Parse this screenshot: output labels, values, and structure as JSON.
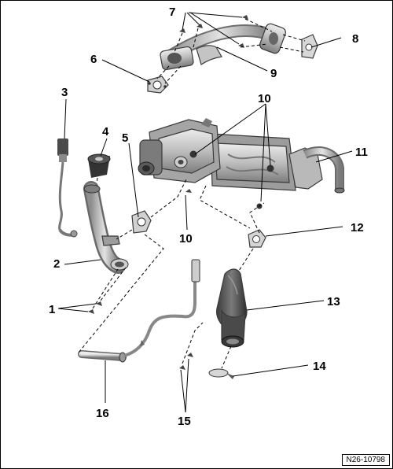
{
  "callouts": {
    "n1": "1",
    "n2": "2",
    "n3": "3",
    "n4": "4",
    "n5": "5",
    "n6": "6",
    "n7": "7",
    "n8": "8",
    "n9": "9",
    "n10a": "10",
    "n10b": "10",
    "n11": "11",
    "n12": "12",
    "n13": "13",
    "n14": "14",
    "n15": "15",
    "n16": "16"
  },
  "reference": "N26-10798",
  "colors": {
    "metal_light": "#d6d6d6",
    "metal_mid": "#a9a9a9",
    "metal_dark": "#5c5c5c",
    "ink": "#000000"
  }
}
